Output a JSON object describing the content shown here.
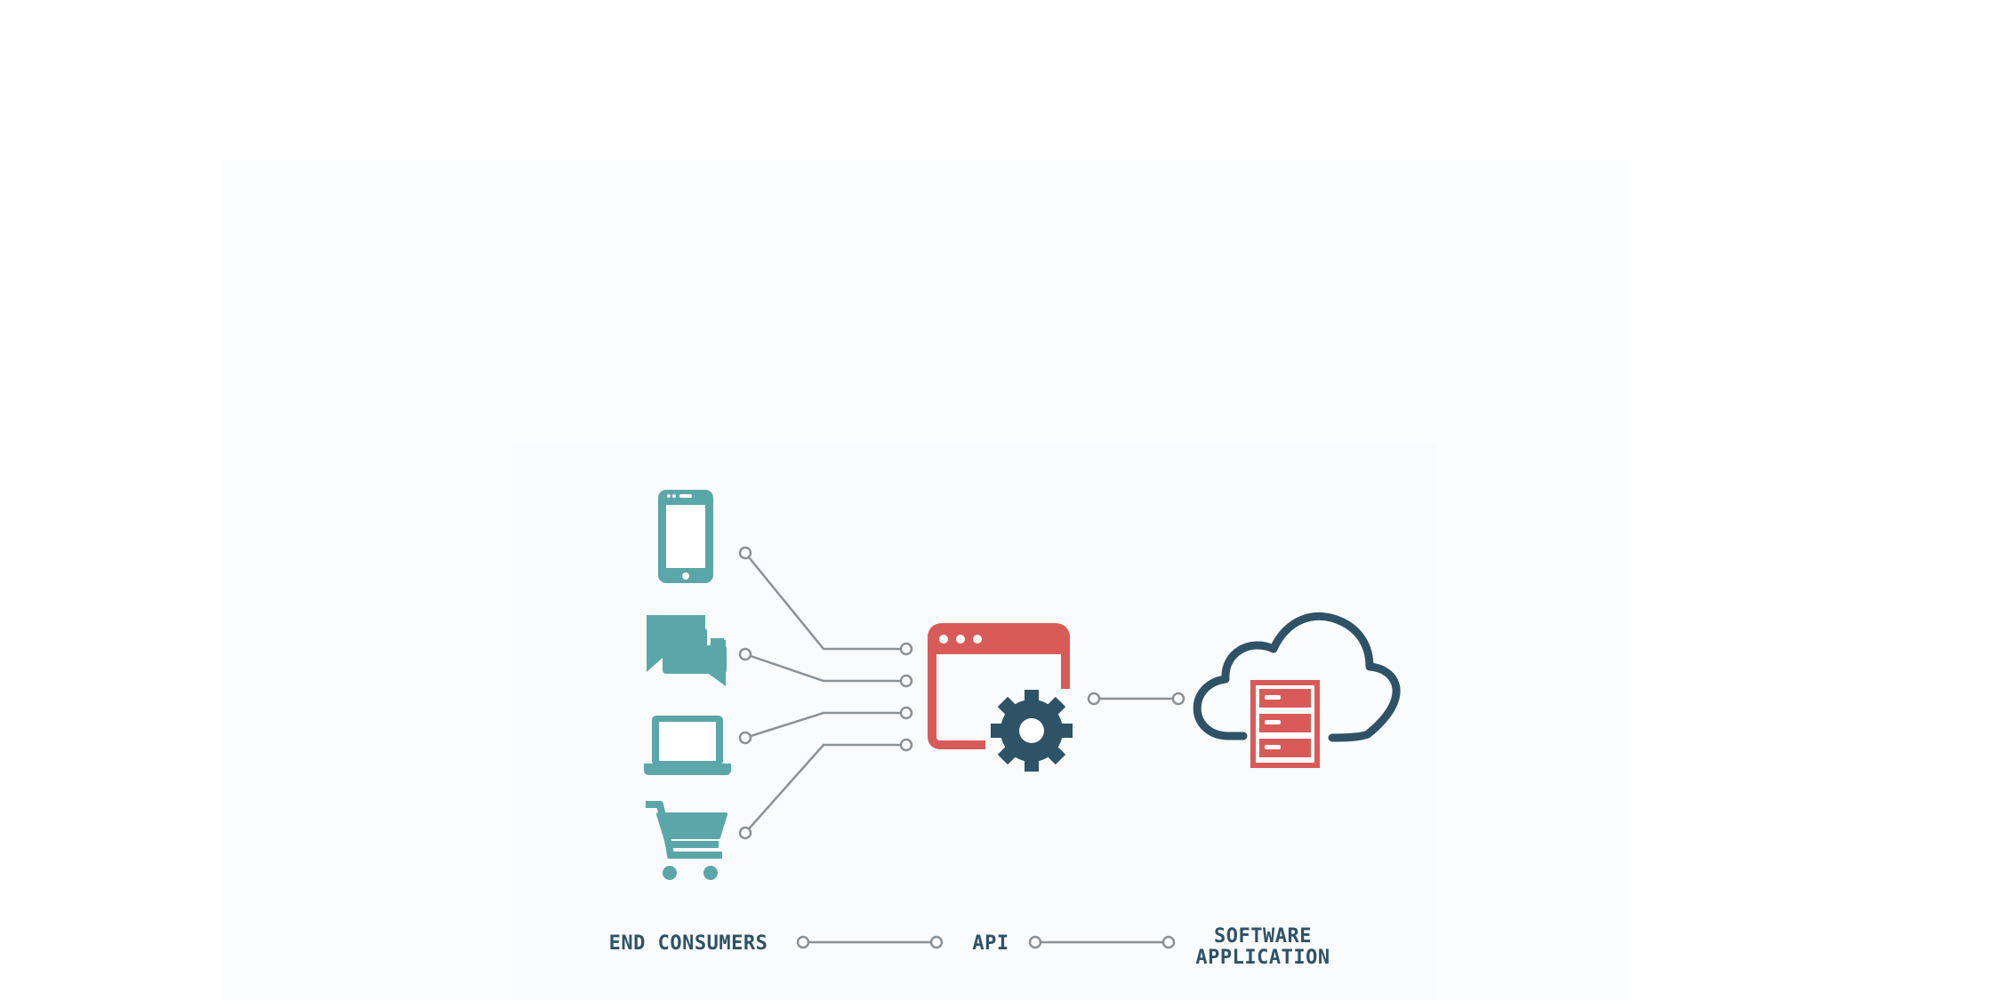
{
  "colors": {
    "teal": "#5ba6a8",
    "red": "#d95b59",
    "navy": "#2e5266",
    "connector": "#8a9196",
    "panel": "#fcfdfe"
  },
  "icons": {
    "consumers": [
      "smartphone-icon",
      "chat-bubbles-icon",
      "laptop-icon",
      "shopping-cart-icon"
    ],
    "api": "browser-gear-icon",
    "software": "cloud-server-icon"
  },
  "labels": {
    "end_consumers": "END CONSUMERS",
    "api": "API",
    "software_line1": "SOFTWARE",
    "software_line2": "APPLICATION"
  }
}
